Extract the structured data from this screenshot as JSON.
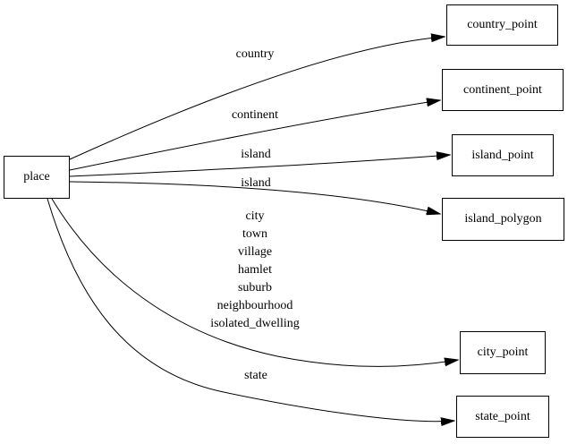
{
  "diagram": {
    "background_color": "#ffffff",
    "node_border_color": "#000000",
    "edge_color": "#000000",
    "text_color": "#000000"
  },
  "nodes": [
    {
      "id": "place",
      "label": "place"
    },
    {
      "id": "country_point",
      "label": "country_point"
    },
    {
      "id": "continent_point",
      "label": "continent_point"
    },
    {
      "id": "island_point",
      "label": "island_point"
    },
    {
      "id": "island_polygon",
      "label": "island_polygon"
    },
    {
      "id": "city_point",
      "label": "city_point"
    },
    {
      "id": "state_point",
      "label": "state_point"
    }
  ],
  "edges": [
    {
      "from": "place",
      "to": "country_point",
      "label": "country"
    },
    {
      "from": "place",
      "to": "continent_point",
      "label": "continent"
    },
    {
      "from": "place",
      "to": "island_point",
      "label": "island"
    },
    {
      "from": "place",
      "to": "island_polygon",
      "label": "island"
    },
    {
      "from": "place",
      "to": "city_point",
      "label_lines": [
        "city",
        "town",
        "village",
        "hamlet",
        "suburb",
        "neighbourhood",
        "isolated_dwelling"
      ]
    },
    {
      "from": "place",
      "to": "state_point",
      "label": "state"
    }
  ]
}
